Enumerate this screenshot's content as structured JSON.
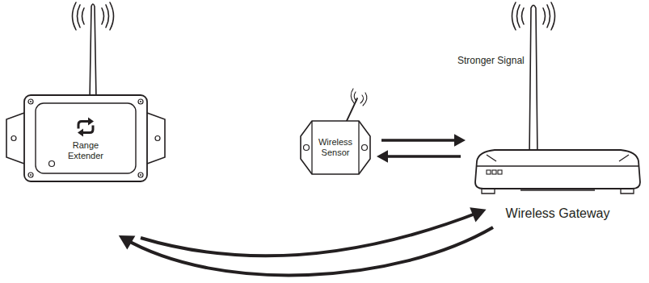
{
  "diagram": {
    "nodes": [
      {
        "text": [
          "Range Extender"
        ]
      },
      {
        "text": [
          "Wireless Sensor"
        ]
      },
      {
        "text": [
          "Wireless Gateway"
        ]
      }
    ],
    "edges": [
      {
        "from": 1,
        "to": 2,
        "arrow": "to"
      },
      {
        "from": 2,
        "to": 1,
        "arrow": "to"
      },
      {
        "from": 0,
        "to": 2,
        "arrow": "to"
      },
      {
        "from": 2,
        "to": 0,
        "arrow": "to"
      }
    ],
    "labels": [
      "Stronger Signal"
    ]
  }
}
